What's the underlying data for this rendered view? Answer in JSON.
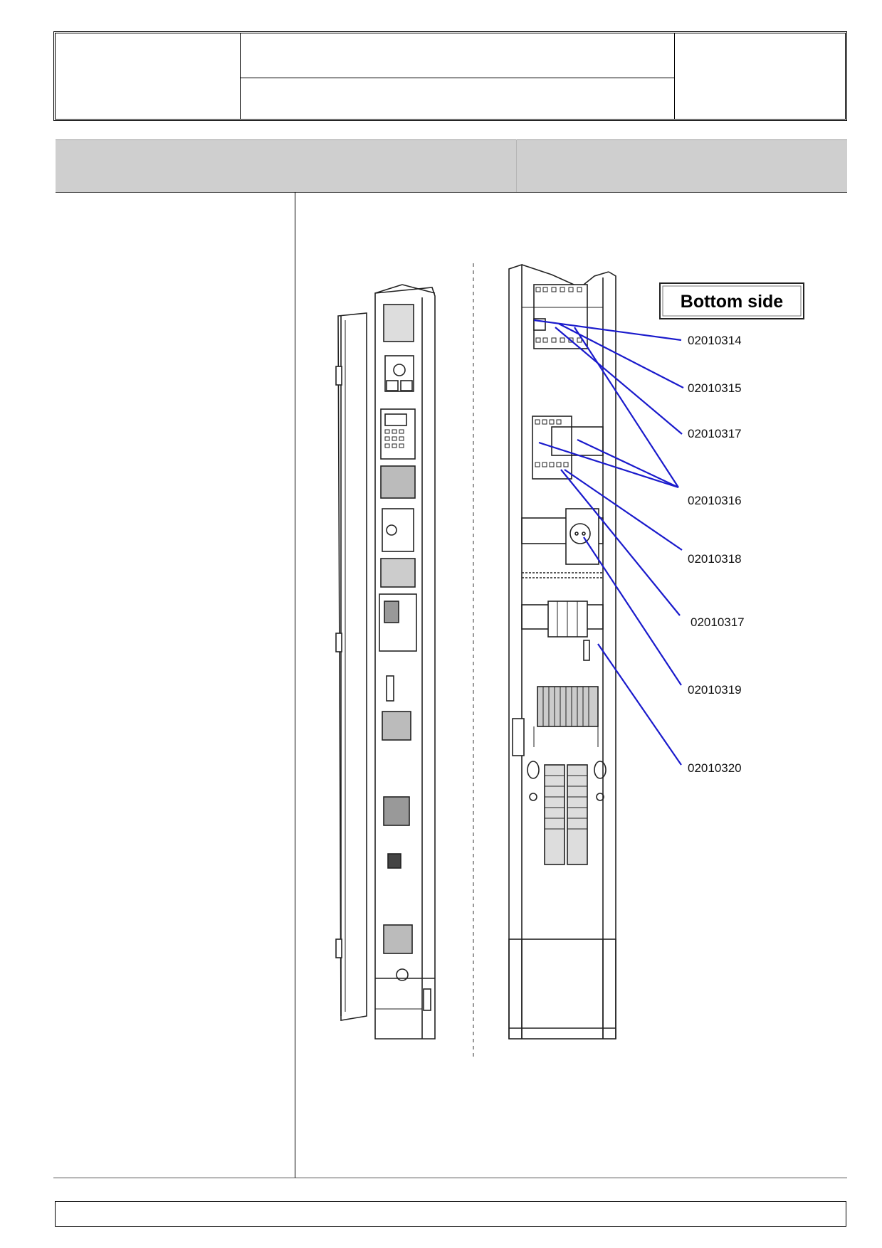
{
  "figure": {
    "view_label": "Bottom side",
    "callouts": [
      {
        "part": "02010314"
      },
      {
        "part": "02010315"
      },
      {
        "part": "02010317"
      },
      {
        "part": "02010316"
      },
      {
        "part": "02010318"
      },
      {
        "part": "02010317"
      },
      {
        "part": "02010319"
      },
      {
        "part": "02010320"
      }
    ]
  },
  "colors": {
    "callout_line": "#1a1acc",
    "band": "#cfcfcf"
  }
}
